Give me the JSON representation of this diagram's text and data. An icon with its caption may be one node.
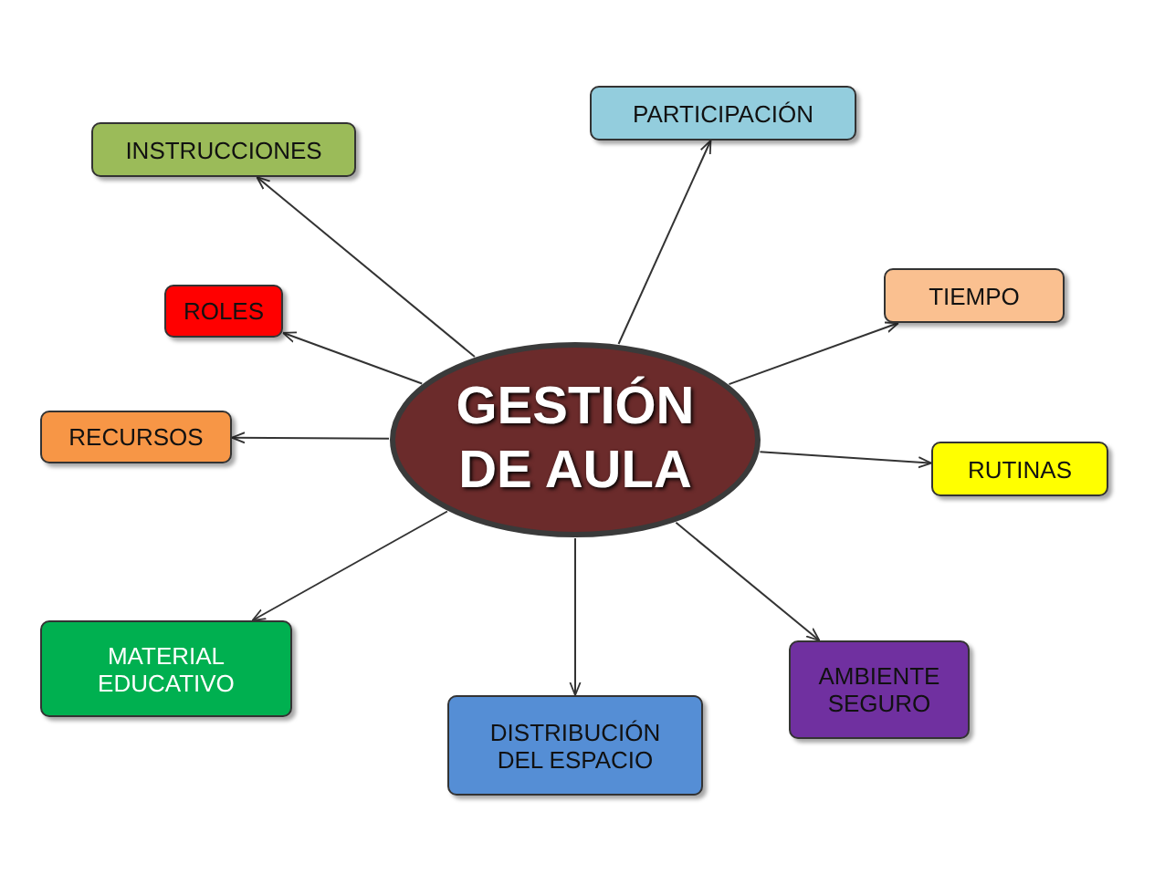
{
  "diagram": {
    "nodes": [
      {
        "text": [
          "GESTIÓN DE AULA"
        ]
      },
      {
        "text": [
          "PARTICIPACIÓN"
        ]
      },
      {
        "text": [
          "INSTRUCCIONES"
        ]
      },
      {
        "text": [
          "TIEMPO"
        ]
      },
      {
        "text": [
          "ROLES"
        ]
      },
      {
        "text": [
          "RECURSOS"
        ]
      },
      {
        "text": [
          "RUTINAS"
        ]
      },
      {
        "text": [
          "MATERIAL EDUCATIVO"
        ]
      },
      {
        "text": [
          "AMBIENTE SEGURO"
        ]
      },
      {
        "text": [
          "DISTRIBUCIÓN DEL ESPACIO"
        ]
      }
    ],
    "edges": [
      {
        "from": 0,
        "to": 1,
        "arrow": "to"
      },
      {
        "from": 0,
        "to": 2,
        "arrow": "to"
      },
      {
        "from": 0,
        "to": 3,
        "arrow": "to"
      },
      {
        "from": 0,
        "to": 4,
        "arrow": "to"
      },
      {
        "from": 0,
        "to": 5,
        "arrow": "to"
      },
      {
        "from": 0,
        "to": 6,
        "arrow": "to"
      },
      {
        "from": 0,
        "to": 7,
        "arrow": "to"
      },
      {
        "from": 0,
        "to": 8,
        "arrow": "to"
      },
      {
        "from": 0,
        "to": 9,
        "arrow": "to"
      }
    ]
  }
}
